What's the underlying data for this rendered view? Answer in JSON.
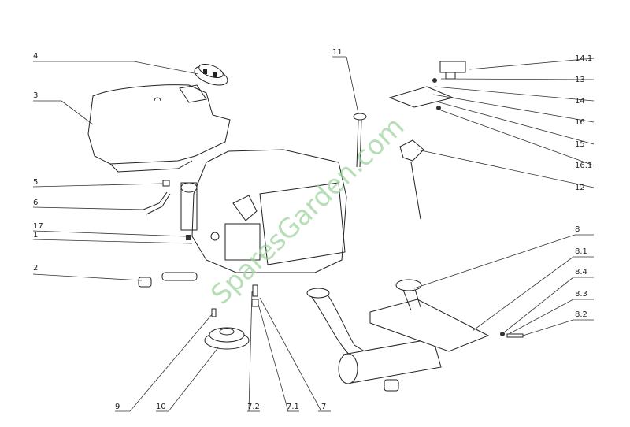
{
  "callouts": [
    "4",
    "3",
    "5",
    "6",
    "17",
    "1",
    "2",
    "9",
    "10",
    "7.2",
    "7.1",
    "7",
    "11",
    "14.1",
    "13",
    "14",
    "16",
    "15",
    "16.1",
    "12",
    "8",
    "8.1",
    "8.4",
    "8.3",
    "8.2"
  ],
  "watermark": "SparesGarden.com"
}
